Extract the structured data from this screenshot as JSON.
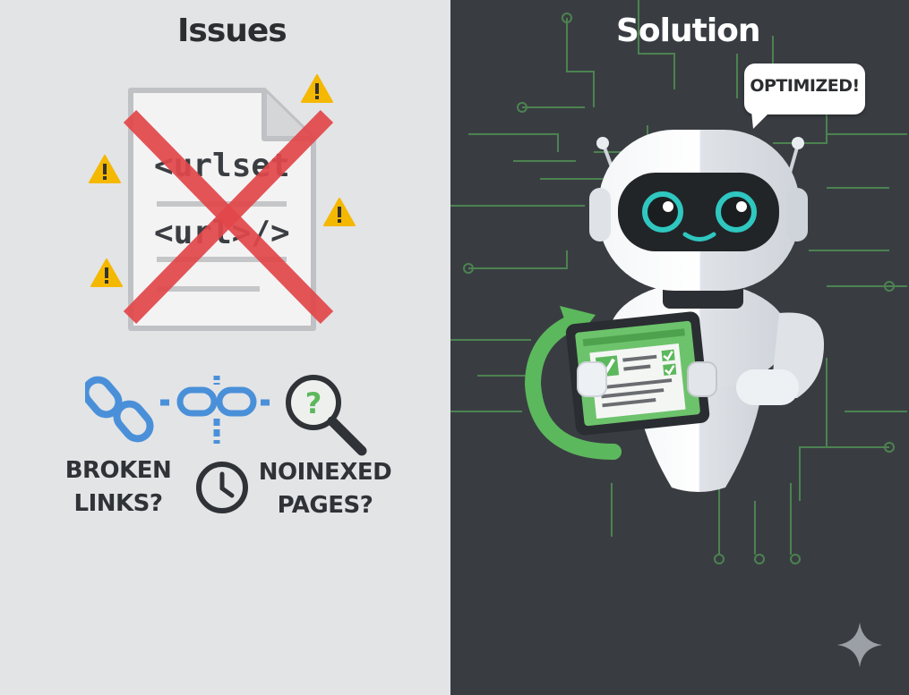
{
  "left_panel": {
    "title": "Issues",
    "document": {
      "line1": "<urlset",
      "line2": "<url>/>"
    },
    "broken_links_label_1": "BROKEN",
    "broken_links_label_2": "LINKS?",
    "noindexed_label_1": "NOINEXED",
    "noindexed_label_2": "PAGES?"
  },
  "right_panel": {
    "title": "Solution",
    "speech_bubble": "OPTIMIZED!"
  },
  "colors": {
    "left_bg": "#e3e4e6",
    "right_bg": "#393d42",
    "cross_red": "#e2474a",
    "warning_yellow": "#f5b800",
    "link_blue": "#4a90d9",
    "circuit_green": "#4d7a4f",
    "accent_green": "#5cb85c",
    "eye_teal": "#2fc7c0"
  },
  "icons": [
    "warning-icon",
    "chain-link-icon",
    "broken-chain-icon",
    "magnifier-question-icon",
    "clock-icon",
    "robot",
    "tablet-checklist-icon",
    "refresh-arrow-icon",
    "sparkle-icon"
  ]
}
